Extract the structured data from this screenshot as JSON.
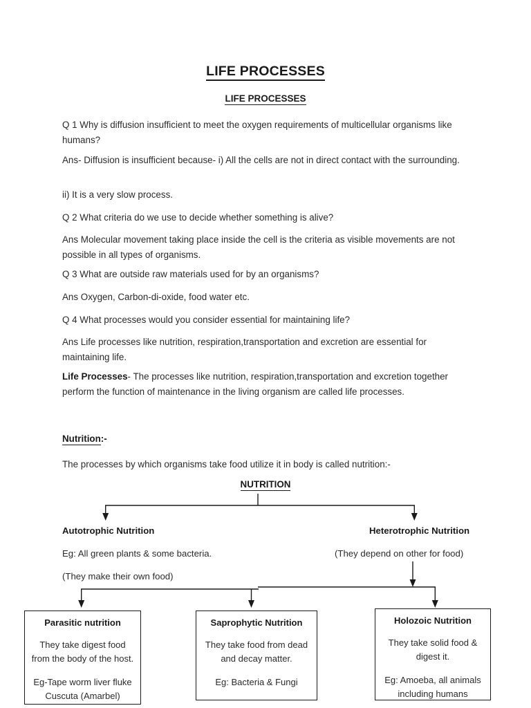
{
  "document": {
    "title": "LIFE PROCESSES",
    "subtitle": "LIFE PROCESSES"
  },
  "qa": [
    {
      "question": "Q 1  Why is diffusion insufficient to meet the oxygen requirements of multicellular organisms like humans?",
      "answer": "Ans- Diffusion is insufficient because- i) All the cells are not in direct contact with the surrounding."
    },
    {
      "extra": "ii) It is a very slow process."
    },
    {
      "question": "Q 2 What criteria do we use to decide whether something is alive?",
      "answer": "Ans Molecular movement taking place inside the cell is the criteria as visible movements are not possible in all types of organisms."
    },
    {
      "question": "Q 3 What are outside raw materials used for by an organisms?",
      "answer": "Ans Oxygen, Carbon-di-oxide, food water etc."
    },
    {
      "question": "Q 4 What processes would you consider essential for maintaining life?",
      "answer": "Ans Life processes like nutrition, respiration,transportation and excretion are essential for maintaining life."
    }
  ],
  "definition": {
    "term": "Life Processes",
    "text": "- The processes like nutrition, respiration,transportation and excretion together perform the function of maintenance in the living organism are called life processes."
  },
  "nutrition_section": {
    "heading": "Nutrition",
    "heading_tail": ":-",
    "intro": "The processes by which organisms take food utilize it in body is called nutrition:-"
  },
  "flowchart": {
    "root": "NUTRITION",
    "branches": [
      {
        "label": "Autotrophic Nutrition",
        "example": "Eg: All green plants & some bacteria.",
        "note": "(They make their own food)"
      },
      {
        "label": "Heterotrophic Nutrition",
        "note": "(They depend on other for food)"
      }
    ],
    "leaves": [
      {
        "title": "Parasitic nutrition",
        "line1": "They take digest food",
        "line2": "from the body of the host.",
        "eg1": "Eg-Tape worm liver fluke",
        "eg2": "Cuscuta (Amarbel)"
      },
      {
        "title": "Saprophytic Nutrition",
        "line1": "They take food from dead",
        "line2": "and decay matter.",
        "eg1": "Eg: Bacteria & Fungi",
        "eg2": ""
      },
      {
        "title": "Holozoic Nutrition",
        "line1": "They take solid food &",
        "line2": "digest it.",
        "eg1": "Eg: Amoeba, all animals",
        "eg2": "including humans"
      }
    ]
  },
  "colors": {
    "text": "#2b2b2b",
    "heading": "#1a1a1a",
    "line": "#1a1a1a",
    "background": "#ffffff"
  }
}
